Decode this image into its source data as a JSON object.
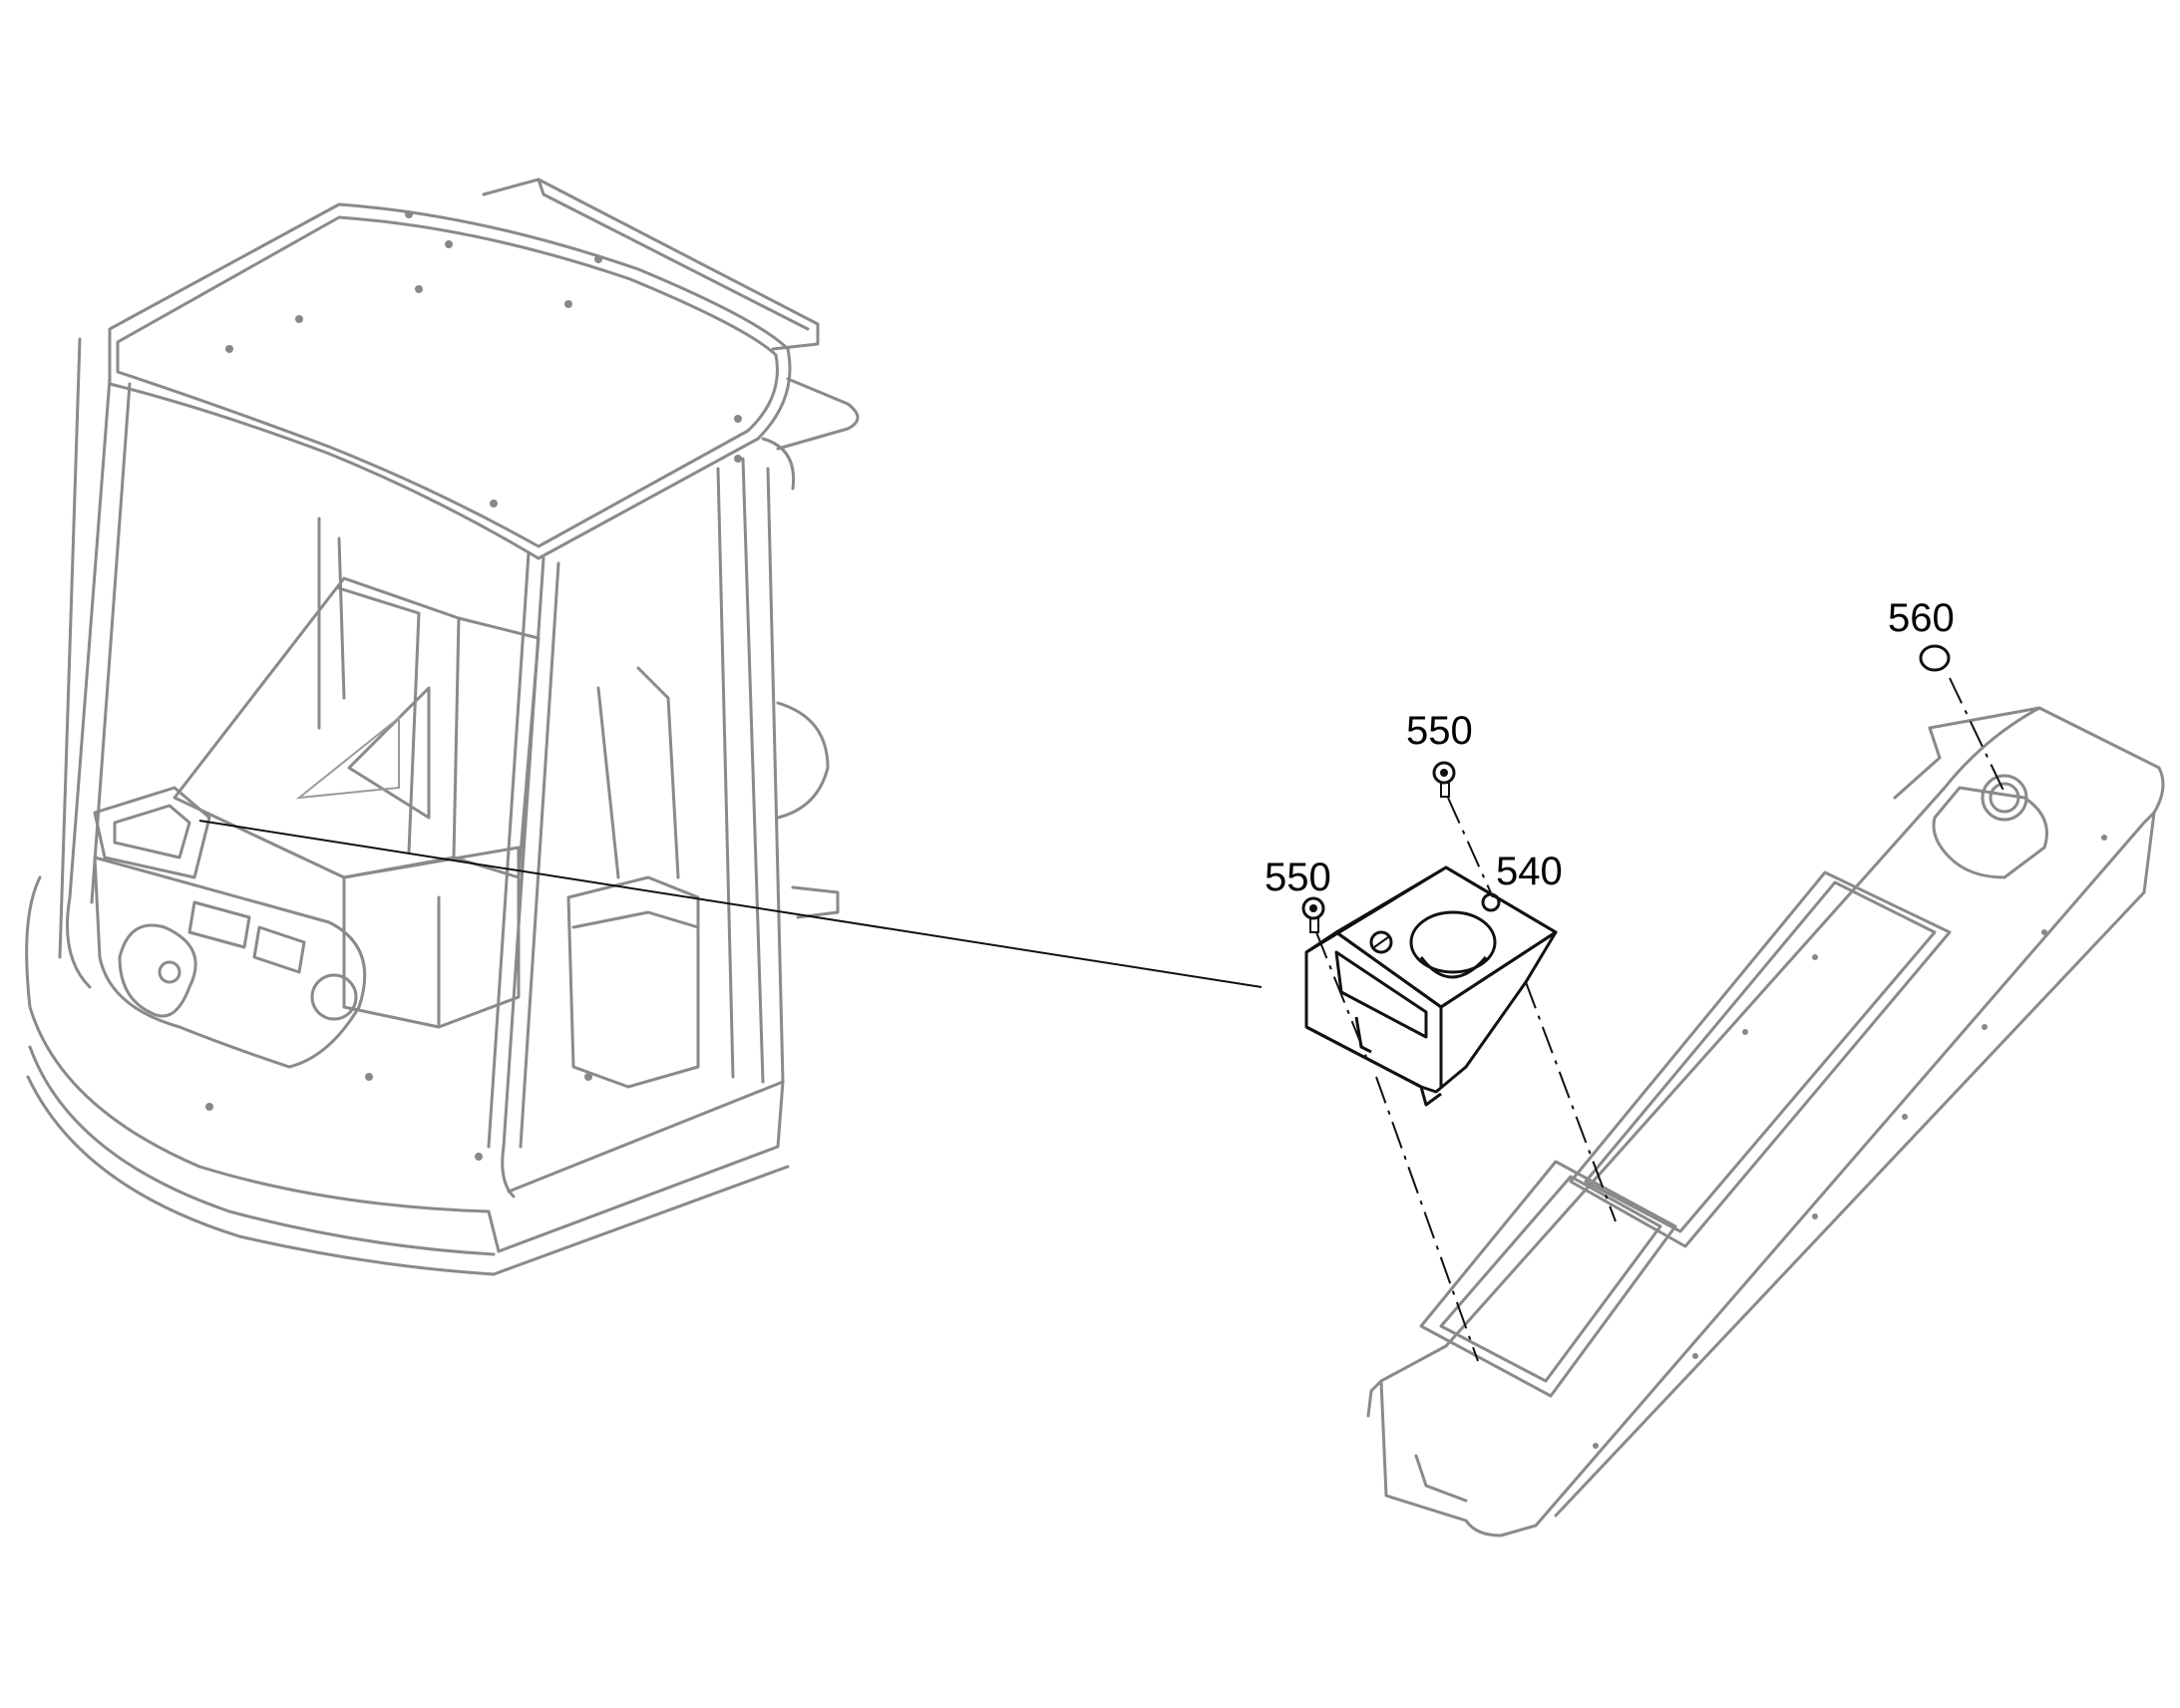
{
  "callouts": {
    "c560": "560",
    "c550_top": "550",
    "c540": "540",
    "c550_left": "550"
  }
}
